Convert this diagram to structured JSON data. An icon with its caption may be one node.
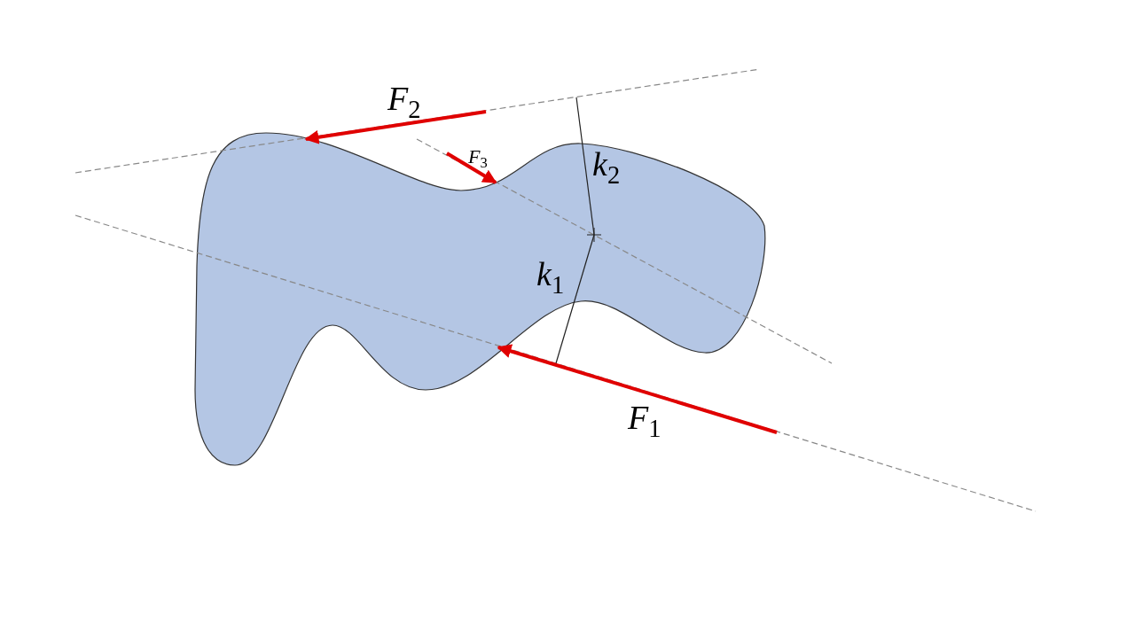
{
  "diagram": {
    "labels": [
      "F$_{2}$",
      "F$_{3}$",
      "k$_{2}$",
      "k$_{1}$",
      "F$_{1}$"
    ]
  }
}
